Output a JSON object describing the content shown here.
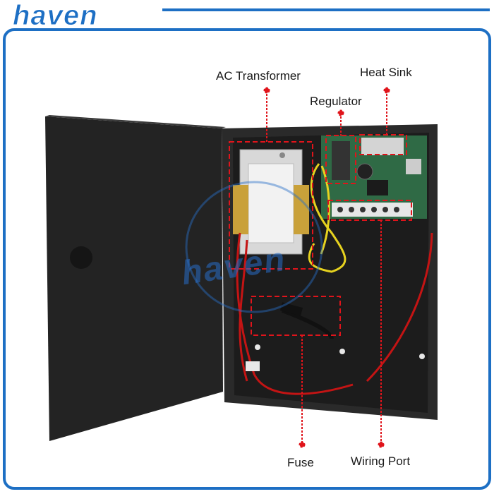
{
  "brand": {
    "logo_text": "haven",
    "watermark_text": "haven",
    "color": "#1d6fc4"
  },
  "callouts": {
    "ac_transformer": "AC Transformer",
    "heat_sink": "Heat Sink",
    "regulator": "Regulator",
    "fuse": "Fuse",
    "wiring_port": "Wiring Port"
  },
  "colors": {
    "frame": "#1d6fc4",
    "callout_line": "#e0141b",
    "enclosure": "#1f1f1f"
  }
}
